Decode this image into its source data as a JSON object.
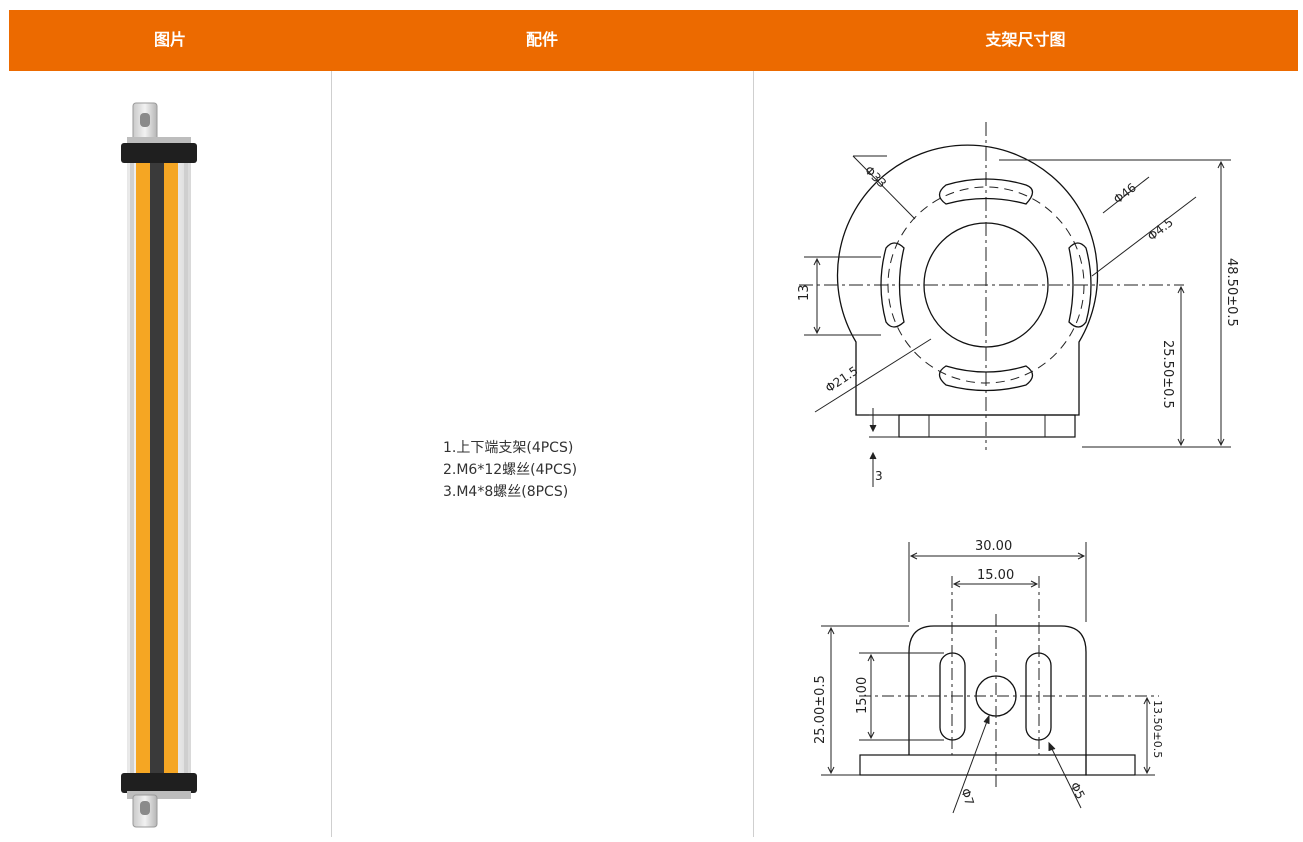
{
  "header": {
    "col_image": "图片",
    "col_accessories": "配件",
    "col_bracket": "支架尺寸图"
  },
  "accessories": [
    "1.上下端支架(4PCS)",
    "2.M6*12螺丝(4PCS)",
    "3.M4*8螺丝(8PCS)"
  ],
  "drawing_top": {
    "dim_phi33": "Φ33",
    "dim_phi46": "Φ46",
    "dim_phi4_5": "Φ4.5",
    "dim_13": "13",
    "dim_phi21_5": "Φ21.5",
    "dim_48_50": "48.50±0.5",
    "dim_25_50": "25.50±0.5",
    "dim_3": "3"
  },
  "drawing_bottom": {
    "dim_30": "30.00",
    "dim_15_top": "15.00",
    "dim_25_00": "25.00±0.5",
    "dim_15_side": "15.00",
    "dim_13_50": "13.50±0.5",
    "dim_phi7": "Φ7",
    "dim_phi5": "Φ5"
  },
  "colors": {
    "header_bg": "#ec6a00",
    "header_text": "#ffffff",
    "tube_yellow": "#f5a623",
    "tube_dark": "#2f2f2f"
  }
}
